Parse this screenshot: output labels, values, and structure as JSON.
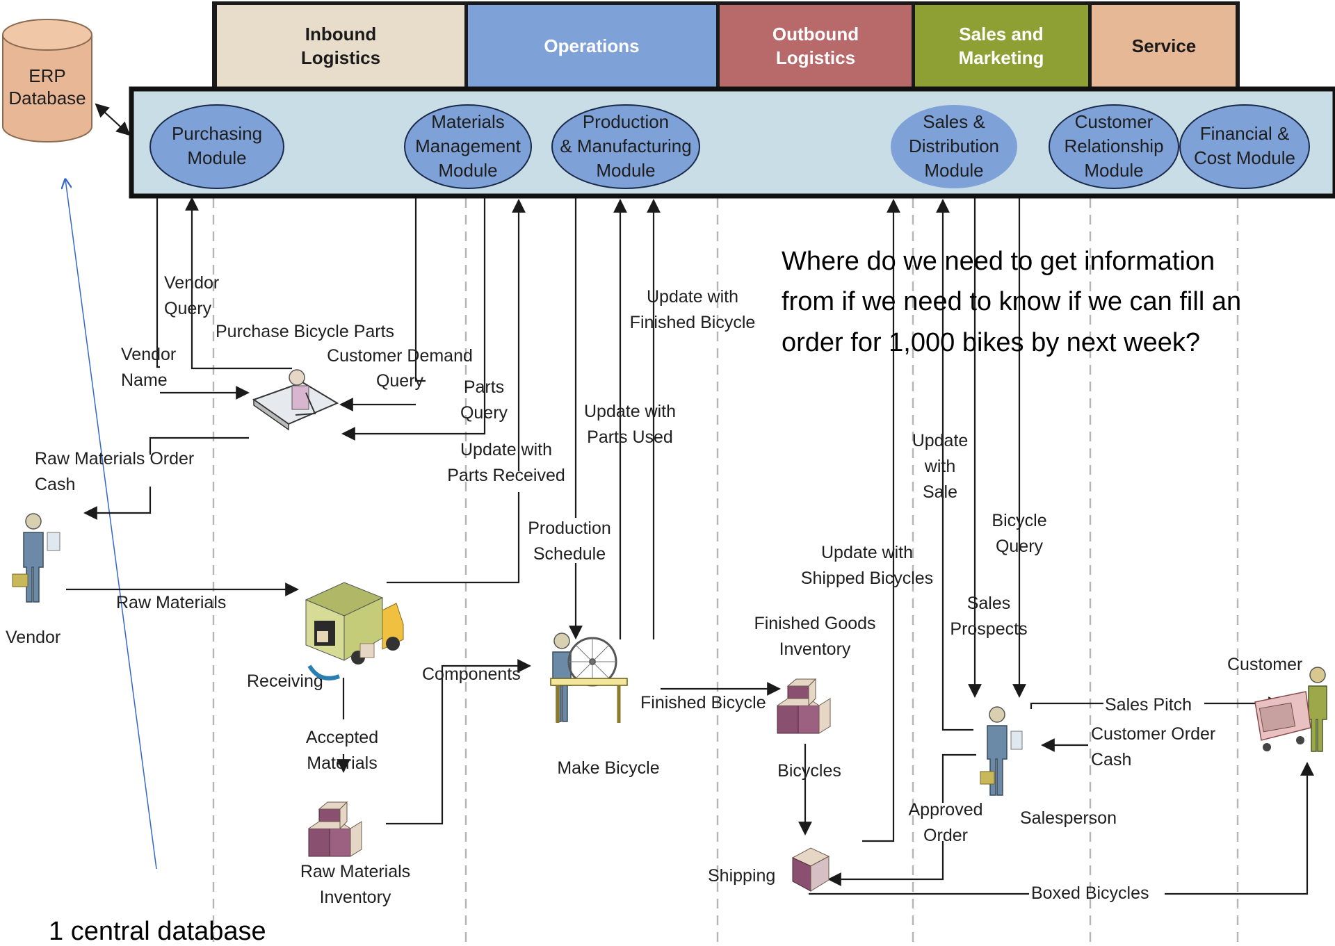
{
  "header": {
    "cols": [
      "Inbound Logistics",
      "Operations",
      "Outbound Logistics",
      "Sales and Marketing",
      "Service"
    ],
    "colors": [
      "#e7ddca",
      "#7ea1d7",
      "#b86a6b",
      "#8ea034",
      "#e7b896"
    ]
  },
  "db": {
    "label": "ERP Database"
  },
  "modules": [
    "Purchasing Module",
    "Materials Management Module",
    "Production & Manufacturing Module",
    "Sales & Distribution Module",
    "Customer Relationship Module",
    "Financial & Cost Module"
  ],
  "note": {
    "lines": [
      "Where do we need to get information",
      "from if we need to know if we can fill an",
      "order for 1,000 bikes by next week?"
    ]
  },
  "caption": "1 central database",
  "labels": {
    "vendor_query": "Vendor Query",
    "purchase_parts": "Purchase Bicycle Parts",
    "vendor_name": "Vendor Name",
    "customer_demand_query": "Customer Demand Query",
    "parts_query": "Parts Query",
    "update_finished": "Update with Finished Bicycle",
    "update_parts_used": "Update with Parts Used",
    "update_parts_received": "Update with Parts Received",
    "raw_order_cash": "Raw Materials Order Cash",
    "update_sale": "Update with Sale",
    "bicycle_query": "Bicycle Query",
    "production_schedule": "Production Schedule",
    "update_shipped": "Update with Shipped Bicycles",
    "raw_materials": "Raw Materials",
    "vendor": "Vendor",
    "receiving": "Receiving",
    "components": "Components",
    "finished_goods_inv": "Finished Goods Inventory",
    "sales_prospects": "Sales Prospects",
    "customer": "Customer",
    "finished_bicycle": "Finished Bicycle",
    "sales_pitch": "Sales Pitch",
    "customer_order_cash": "Customer Order Cash",
    "accepted_materials": "Accepted Materials",
    "make_bicycle": "Make Bicycle",
    "bicycles": "Bicycles",
    "approved_order": "Approved Order",
    "salesperson": "Salesperson",
    "shipping": "Shipping",
    "boxed_bicycles": "Boxed Bicycles",
    "raw_materials_inv": "Raw Materials Inventory"
  }
}
